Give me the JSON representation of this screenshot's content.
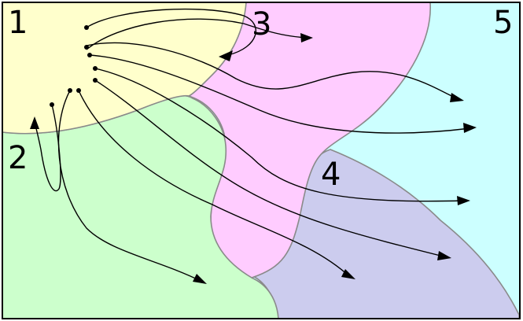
{
  "regions": [
    {
      "id": "1",
      "label": "1",
      "fill": "#ffffcc"
    },
    {
      "id": "2",
      "label": "2",
      "fill": "#ccffcc"
    },
    {
      "id": "3",
      "label": "3",
      "fill": "#ffccff"
    },
    {
      "id": "4",
      "label": "4",
      "fill": "#ccccee"
    },
    {
      "id": "5",
      "label": "5",
      "fill": "#ccffff"
    }
  ],
  "colors": {
    "frame": "#000000",
    "boundary": "#8a8a8a",
    "curve": "#000000"
  }
}
